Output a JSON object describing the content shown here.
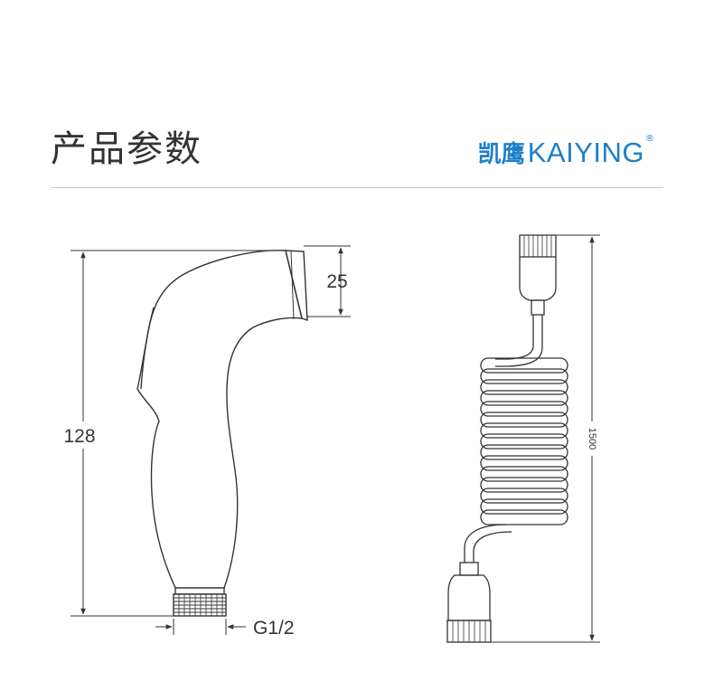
{
  "header": {
    "title": "产品参数"
  },
  "brand": {
    "name_cn": "凯鹰",
    "name_en": "KAIYING",
    "registered_mark": "®",
    "color": "#1e7fc8"
  },
  "diagram": {
    "sprayer": {
      "height_label": "128",
      "nozzle_label": "25",
      "thread_label": "G1/2"
    },
    "hose": {
      "length_label": "1500"
    }
  }
}
